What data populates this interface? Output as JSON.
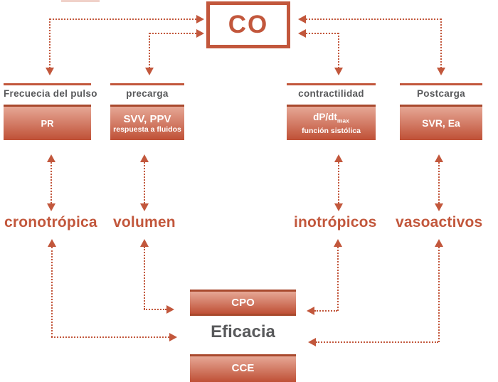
{
  "colors": {
    "accent": "#c2573c",
    "accent_dark": "#a8492d",
    "gradient_top": "#e6a795",
    "gradient_bottom": "#bf5036",
    "title_gray": "#58595b"
  },
  "co": {
    "label": "CO"
  },
  "factors": [
    {
      "title": "Frecuecia del pulso",
      "value": "PR",
      "label": "cronotrópica"
    },
    {
      "title": "precarga",
      "value": "SVV, PPV",
      "value2": "respuesta a fluidos",
      "label": "volumen"
    },
    {
      "title": "contractilidad",
      "value": "dP/dt",
      "value_sub": "max",
      "value2": "función sistólica",
      "label": "inotrópicos"
    },
    {
      "title": "Postcarga",
      "value": "SVR, Ea",
      "label": "vasoactivos"
    }
  ],
  "outcome": {
    "cpo_label": "CPO",
    "efficiency_label": "Eficacia",
    "cce_label": "CCE"
  }
}
